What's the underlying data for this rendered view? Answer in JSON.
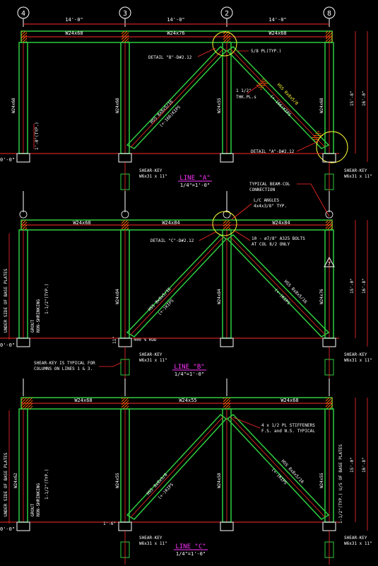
{
  "colors": {
    "background": "#000000",
    "column": "#2ecc40",
    "beam": "#2ecc40",
    "dimension": "#ff2a2a",
    "text": "#ffffff",
    "highlight": "#ffff33",
    "title": "#ff33ff",
    "hatch": "#ff6600"
  },
  "grid": {
    "bubble_4": "4",
    "bubble_3": "3",
    "bubble_2": "2",
    "bubble_8": "8",
    "bay_dim_1": "14'-0\"",
    "bay_dim_2": "14'-0\"",
    "bay_dim_3": "14'-0\""
  },
  "frame_a": {
    "beam_1": "W24x68",
    "beam_2": "W24x76",
    "beam_3": "W24x68",
    "col_1": "W24x68",
    "col_2": "W24x68",
    "col_3": "W24x55",
    "col_4": "W24x68",
    "brace_left": "HSS 8x8x5/16",
    "brace_left_load": "(+-166)KIPS",
    "brace_right": "HSS 8x8x5/8",
    "brace_right_load": "(+-166)KIPS",
    "detail_b": "DETAIL \"B\"-D#2.12",
    "plate": "5/8 PL(TYP.)",
    "thk_pl_1": "1 1/2\"",
    "thk_pl_2": "THK.PL.s",
    "detail_a": "DETAIL \"A\"-D#2.12",
    "dim_left": "1'-0\"(TYP.)",
    "elev_left": "0'-0\"",
    "dim_right_1": "15'-8\"",
    "dim_right_2": "16'-0\"",
    "shear_key_left": "SHEAR-KEY",
    "shear_key_left_size": "W6x31 x 11\"",
    "shear_key_right": "SHEAR-KEY",
    "shear_key_right_size": "W6x31 x 11\"",
    "title": "LINE \"A\"",
    "scale": "1/4\"=1'-0\""
  },
  "frame_b": {
    "beam_1": "W24x68",
    "beam_2": "W24x84",
    "beam_3": "W24x84",
    "col_1": "W24x84",
    "col_2": "W24x84",
    "col_3": "W24x76",
    "brace_left": "HSS 8x8x5/16",
    "brace_left_load": "(+-)KIPS",
    "brace_right": "HSS 8x8x5/16",
    "brace_right_load": "(+-)KIPS",
    "typ_conn_1": "TYPICAL BEAM-COL",
    "typ_conn_2": "CONNECTION",
    "angles_1": "L/C ANGLES",
    "angles_2": "4x4x3/8\" TYP.",
    "detail_c": "DETAIL \"C\"-D#2.12",
    "bolts_1": "10 - ø7/8\" A325 BOLTS",
    "bolts_2": "AT COL 8/2 ONLY",
    "side_text": "UNDER SIDE OF BASE PLATES",
    "grout_1": "GROUT",
    "grout_2": "NON-SHRINKING",
    "grout_3": "1-1/2\"(TYP.)",
    "rod": "400 % ROD",
    "dim_h": "11\"",
    "elev_left": "0'-0\"",
    "dim_right_1": "15'-0\"",
    "dim_right_2": "16'-8\"",
    "marker": "7",
    "shear_key_left": "SHEAR-KEY",
    "shear_key_left_size": "W6x31 x 11\"",
    "shear_key_right": "SHEAR-KEY",
    "shear_key_right_size": "W6x31 x 11\"",
    "note_1": "SHEAR-KEY IS TYPICAL FOR",
    "note_2": "COLUMNS ON LINES 1 & 3.",
    "title": "LINE \"B\"",
    "scale": "1/4\"=1'-0\""
  },
  "frame_c": {
    "beam_1": "W24x68",
    "beam_2": "W24x55",
    "beam_3": "W24x68",
    "col_1": "W24x62",
    "col_2": "W24x55",
    "col_3": "W24x58",
    "col_4": "W24x55",
    "brace_left": "HSS 8x8x5/8",
    "brace_left_load": "(+-)KIPS",
    "brace_right": "HSS 8x8x5/16",
    "brace_right_load": "(+-)KIPS",
    "stiff_1": "4 x 1/2 PL STIFFENERS",
    "stiff_2": "F.S. and N.S. TYPICAL",
    "side_text": "UNDER SIDE OF BASE PLATES",
    "grout_1": "GROUT",
    "grout_2": "NON-SHRINKING",
    "grout_3": "1-1/2\"(TYP.)",
    "right_side": "1-1/2\"(TYP.) U/S OF BASE PLATES",
    "dim_right_1": "15'-0\"",
    "dim_right_2": "16'-8\"",
    "elev_left": "0'-0\"",
    "dim_low": "1'-6\"",
    "shear_key_left": "SHEAR-KEY",
    "shear_key_left_size": "W6x31 x 11\"",
    "shear_key_right": "SHEAR-KEY",
    "shear_key_right_size": "W6x31 x 11\"",
    "title": "LINE \"C\"",
    "scale": "1/4\"=1'-0\""
  }
}
